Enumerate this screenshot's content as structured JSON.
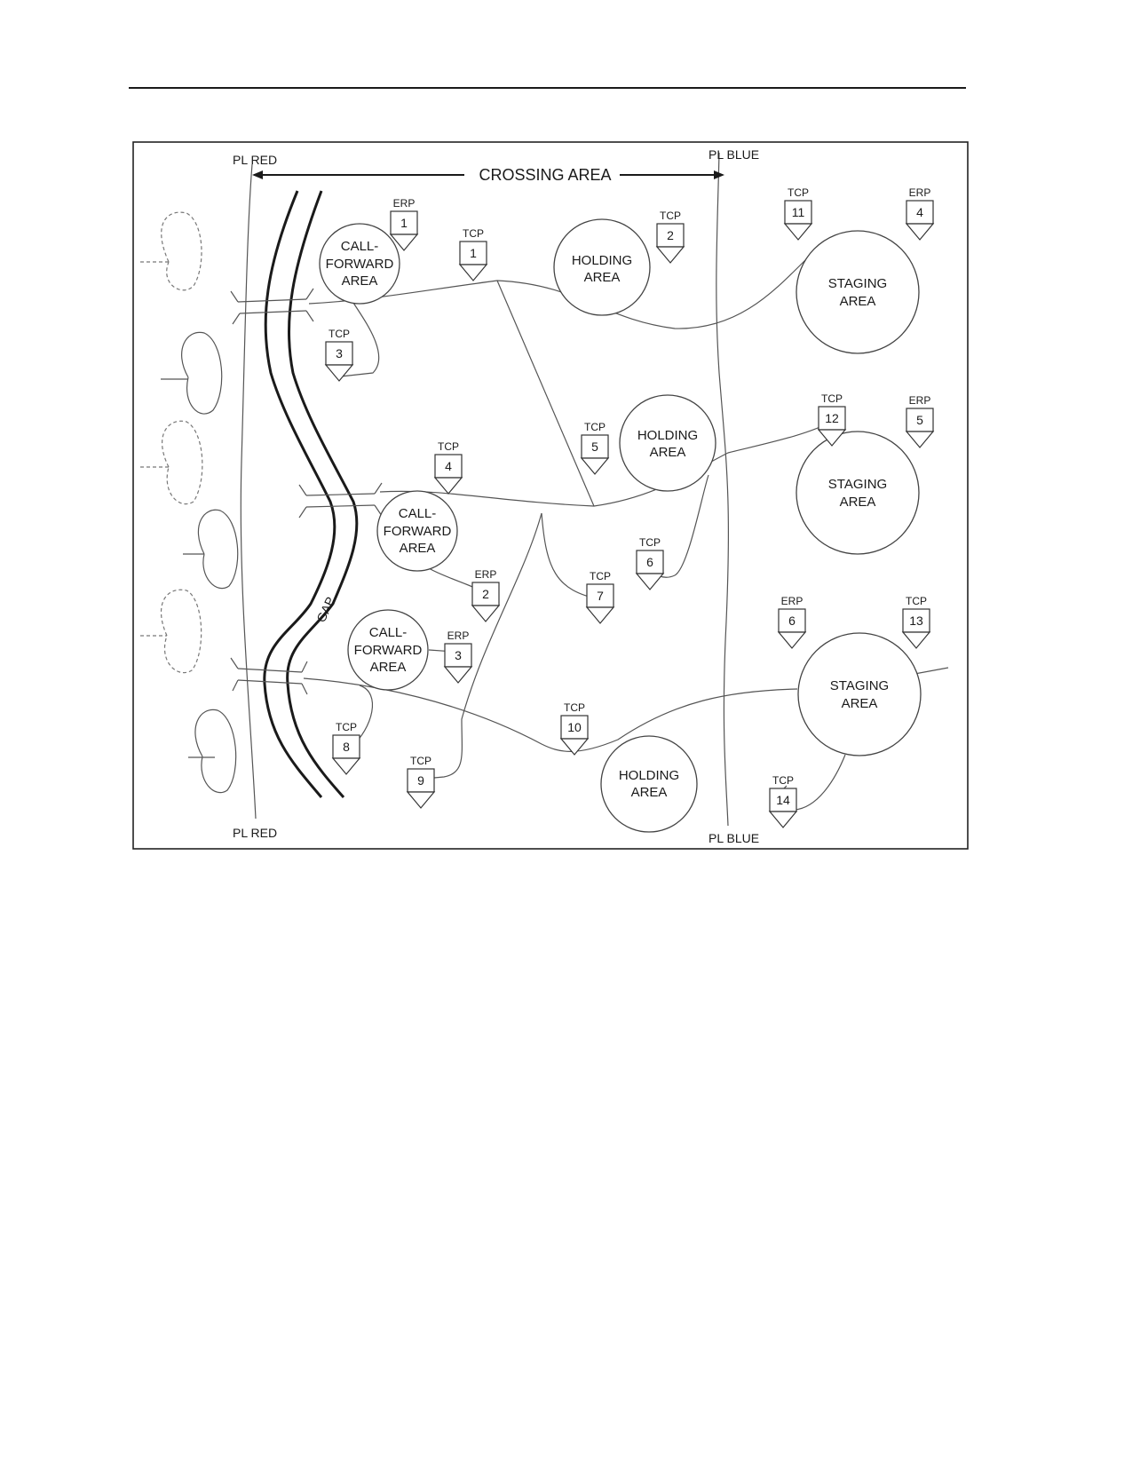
{
  "labels": {
    "pl_red": "PL RED",
    "pl_blue": "PL BLUE",
    "crossing_area": "CROSSING AREA",
    "gap": "GAP"
  },
  "areas": [
    {
      "id": "cfa-1",
      "kind": "call-forward",
      "lines": [
        "CALL-",
        "FORWARD",
        "AREA"
      ]
    },
    {
      "id": "cfa-2",
      "kind": "call-forward",
      "lines": [
        "CALL-",
        "FORWARD",
        "AREA"
      ]
    },
    {
      "id": "cfa-3",
      "kind": "call-forward",
      "lines": [
        "CALL-",
        "FORWARD",
        "AREA"
      ]
    },
    {
      "id": "ha-1",
      "kind": "holding",
      "lines": [
        "HOLDING",
        "AREA"
      ]
    },
    {
      "id": "ha-2",
      "kind": "holding",
      "lines": [
        "HOLDING",
        "AREA"
      ]
    },
    {
      "id": "ha-3",
      "kind": "holding",
      "lines": [
        "HOLDING",
        "AREA"
      ]
    },
    {
      "id": "sa-1",
      "kind": "staging",
      "lines": [
        "STAGING",
        "AREA"
      ]
    },
    {
      "id": "sa-2",
      "kind": "staging",
      "lines": [
        "STAGING",
        "AREA"
      ]
    },
    {
      "id": "sa-3",
      "kind": "staging",
      "lines": [
        "STAGING",
        "AREA"
      ]
    }
  ],
  "points": [
    {
      "type": "ERP",
      "num": "1"
    },
    {
      "type": "TCP",
      "num": "1"
    },
    {
      "type": "TCP",
      "num": "2"
    },
    {
      "type": "TCP",
      "num": "11"
    },
    {
      "type": "ERP",
      "num": "4"
    },
    {
      "type": "TCP",
      "num": "3"
    },
    {
      "type": "TCP",
      "num": "5"
    },
    {
      "type": "TCP",
      "num": "12"
    },
    {
      "type": "ERP",
      "num": "5"
    },
    {
      "type": "TCP",
      "num": "4"
    },
    {
      "type": "TCP",
      "num": "6"
    },
    {
      "type": "ERP",
      "num": "2"
    },
    {
      "type": "TCP",
      "num": "7"
    },
    {
      "type": "ERP",
      "num": "6"
    },
    {
      "type": "TCP",
      "num": "13"
    },
    {
      "type": "ERP",
      "num": "3"
    },
    {
      "type": "TCP",
      "num": "10"
    },
    {
      "type": "TCP",
      "num": "8"
    },
    {
      "type": "TCP",
      "num": "9"
    },
    {
      "type": "TCP",
      "num": "14"
    }
  ]
}
